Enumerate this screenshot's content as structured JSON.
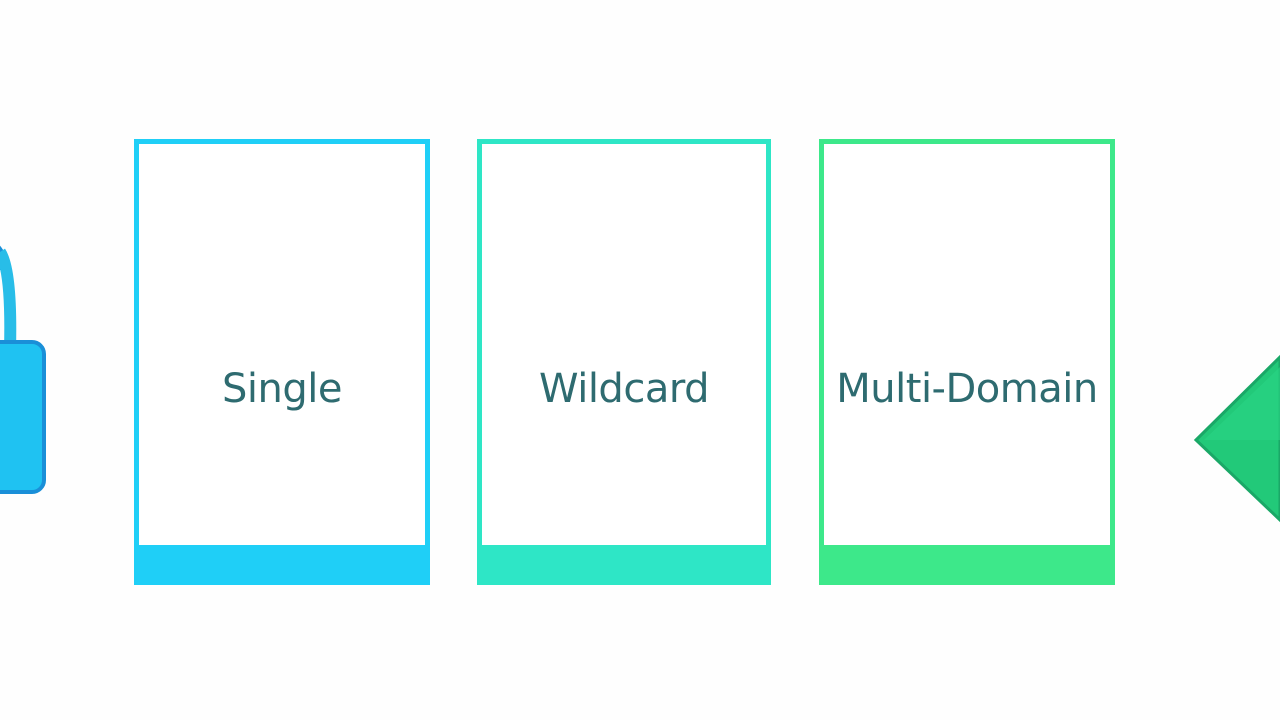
{
  "cards": [
    {
      "label": "Single",
      "color": "#1fcff7"
    },
    {
      "label": "Wildcard",
      "color": "#2ee6c6"
    },
    {
      "label": "Multi-Domain",
      "color": "#3de88a"
    }
  ],
  "icons": {
    "left": "lock-icon",
    "right": "diamond-icon"
  }
}
